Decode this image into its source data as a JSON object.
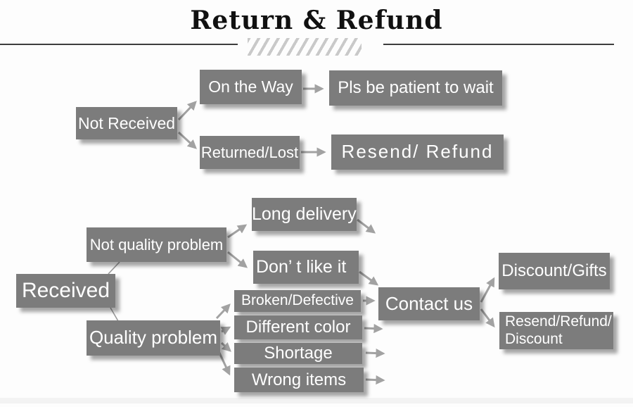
{
  "title": "Return & Refund",
  "colors": {
    "box": "#7c7c7c",
    "box_text": "#ffffff",
    "arrow": "#a2a2a2",
    "title_text": "#111111",
    "rule": "#3d3d3d",
    "hatch": "#c9c9c9",
    "connector": "#9a9a9a",
    "background": "#fdfdfd"
  },
  "nodes": {
    "not_received": "Not Received",
    "on_the_way": "On the Way",
    "pls_wait": "Pls be patient to wait",
    "returned_lost": "Returned/Lost",
    "resend_refund": "Resend/ Refund",
    "received": "Received",
    "not_quality": "Not quality problem",
    "quality": "Quality problem",
    "long_delivery": "Long delivery",
    "dont_like": "Don’ t like it",
    "broken": "Broken/Defective",
    "diff_color": "Different color",
    "shortage": "Shortage",
    "wrong_items": "Wrong items",
    "contact_us": "Contact us",
    "rrd_line1": "Resend/Refund/",
    "rrd_line2": "Discount",
    "discount_gifts": "Discount/Gifts"
  },
  "flow": {
    "not_received_branches": [
      "On the Way",
      "Returned/Lost"
    ],
    "on_the_way_outcome": "Pls be patient to wait",
    "returned_lost_outcome": "Resend/ Refund",
    "received_branches": [
      "Not quality problem",
      "Quality problem"
    ],
    "not_quality_reasons": [
      "Long delivery",
      "Don’ t like it"
    ],
    "quality_reasons": [
      "Broken/Defective",
      "Different color",
      "Shortage",
      "Wrong items"
    ],
    "contact_outcomes": [
      "Discount/Gifts",
      "Resend/Refund/ Discount"
    ]
  }
}
